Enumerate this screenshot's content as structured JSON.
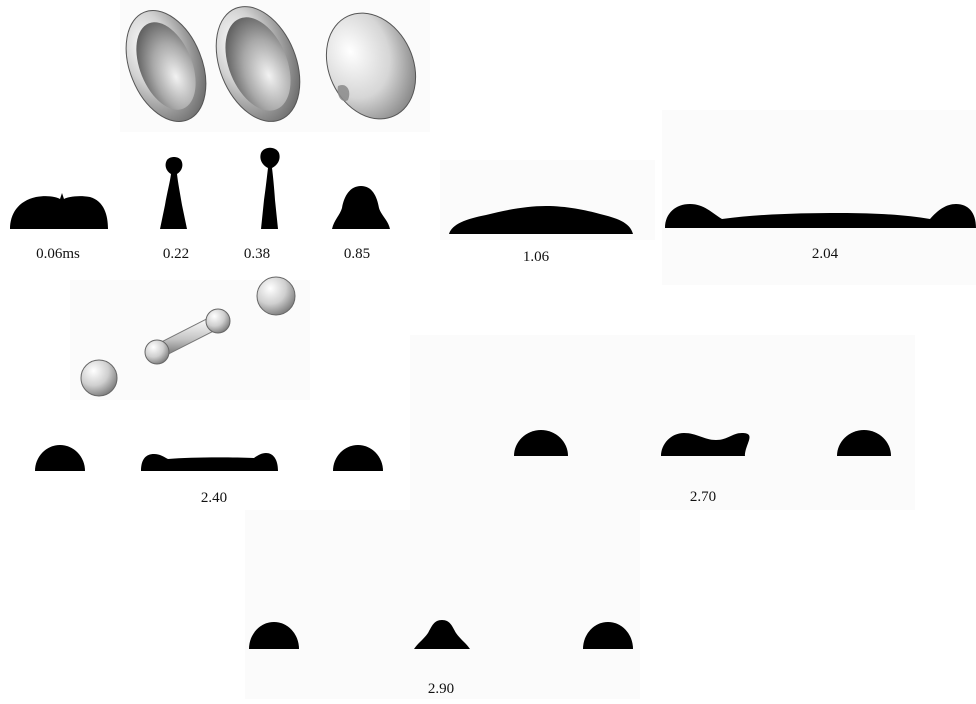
{
  "figure": {
    "frames": [
      {
        "id": "f1",
        "label": "0.06ms"
      },
      {
        "id": "f2",
        "label": "0.22"
      },
      {
        "id": "f3",
        "label": "0.38"
      },
      {
        "id": "f4",
        "label": "0.85"
      },
      {
        "id": "f5",
        "label": "1.06"
      },
      {
        "id": "f6",
        "label": "2.04"
      },
      {
        "id": "f7",
        "label": "2.40"
      },
      {
        "id": "f8",
        "label": "2.70"
      },
      {
        "id": "f9",
        "label": "2.90"
      }
    ]
  },
  "colors": {
    "silhouette": "#000000",
    "shaded_surface": "#c8c8c8",
    "background": "#ffffff"
  }
}
